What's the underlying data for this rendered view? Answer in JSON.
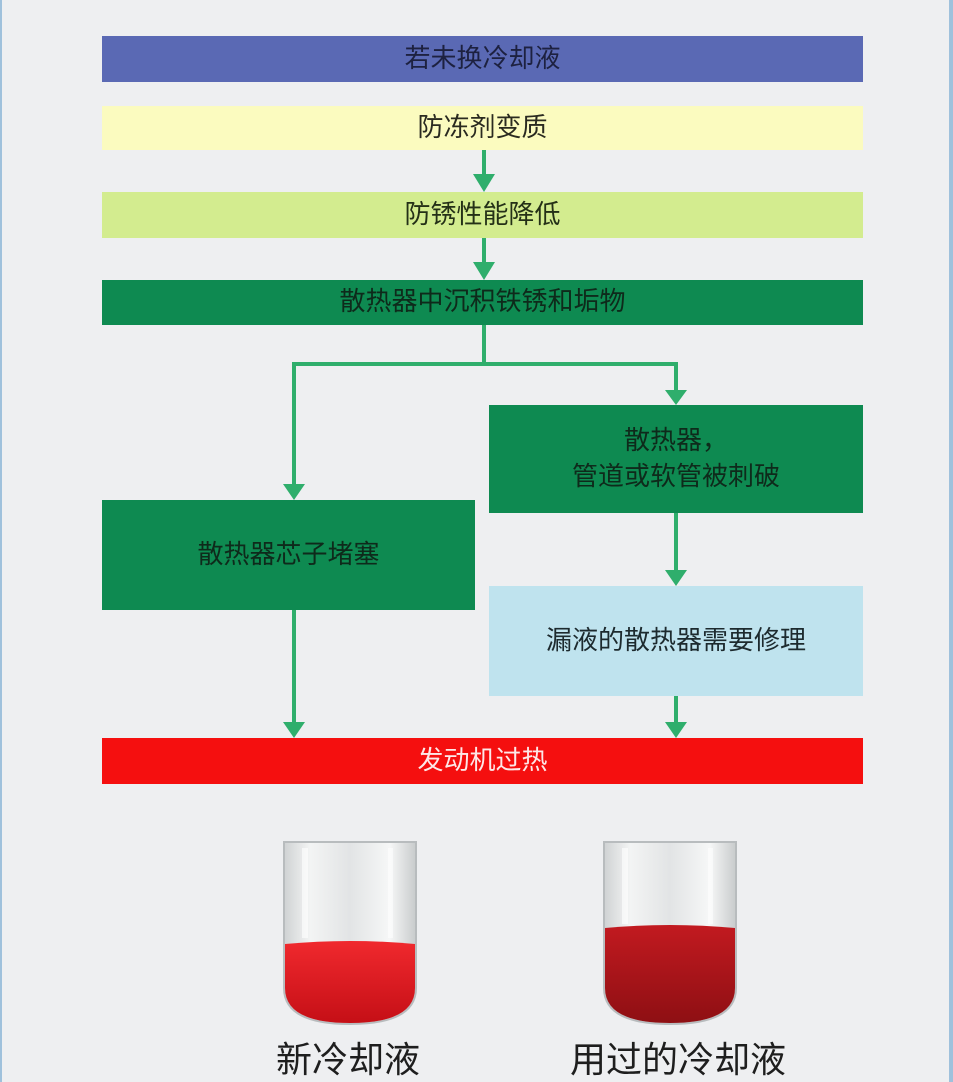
{
  "flowchart": {
    "step_1": "若未换冷却液",
    "step_2": "防冻剂变质",
    "step_3": "防锈性能降低",
    "step_4": "散热器中沉积铁锈和垢物",
    "branch_left": "散热器芯子堵塞",
    "branch_right_line1": "散热器，",
    "branch_right_line2": "管道或软管被刺破",
    "branch_right_leak": "漏液的散热器需要修理",
    "result": "发动机过热"
  },
  "photos": {
    "new_caption": "新冷却液",
    "used_caption": "用过的冷却液"
  },
  "colors": {
    "arrow": "#2fae6c",
    "box_blue": "#5a69b4",
    "box_yellow": "#fbfbbf",
    "box_lightgreen": "#d3ec8f",
    "box_green": "#0e8a51",
    "box_lightblue": "#bfe3ee",
    "box_red": "#f50f0f",
    "coolant_new": "#e8161c",
    "coolant_used": "#b3141a"
  }
}
